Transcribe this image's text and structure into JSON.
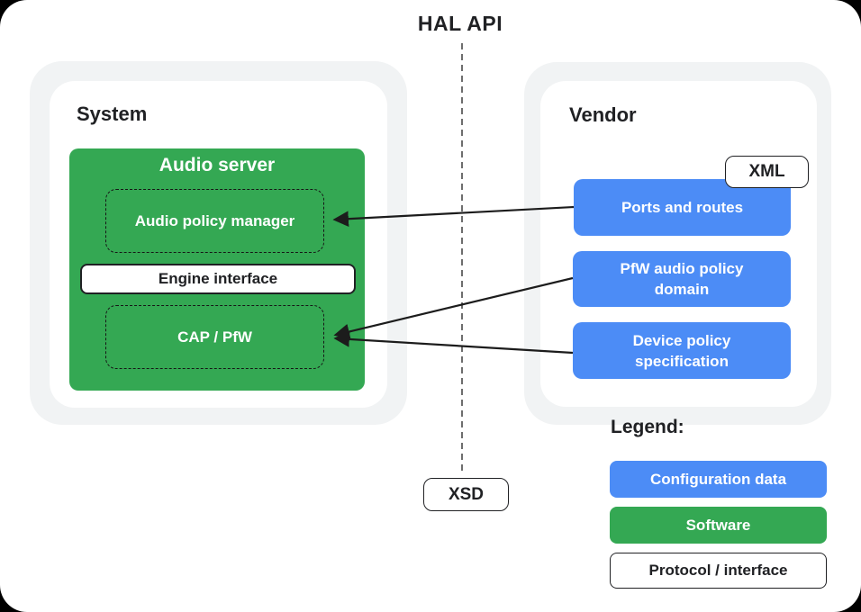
{
  "header": {
    "title": "HAL API"
  },
  "hal_divider": {
    "xsd_label": "XSD"
  },
  "system": {
    "label": "System",
    "audio_server": {
      "title": "Audio server",
      "audio_policy_manager_label": "Audio policy manager",
      "engine_interface_label": "Engine interface",
      "cap_pfw_label": "CAP / PfW"
    }
  },
  "vendor": {
    "label": "Vendor",
    "xml_badge": "XML",
    "config_boxes": [
      {
        "label": "Ports and routes"
      },
      {
        "label": "PfW audio policy domain"
      },
      {
        "label": "Device policy specification"
      }
    ]
  },
  "connections": [
    {
      "from": "Ports and routes",
      "to": "Audio policy manager"
    },
    {
      "from": "PfW audio policy domain",
      "to": "CAP / PfW"
    },
    {
      "from": "Device policy specification",
      "to": "CAP / PfW"
    }
  ],
  "legend": {
    "title": "Legend:",
    "items": [
      {
        "label": "Configuration data"
      },
      {
        "label": "Software"
      },
      {
        "label": "Protocol / interface"
      }
    ]
  },
  "colors": {
    "software_green": "#34a853",
    "configuration_blue": "#4c8cf6",
    "container_gray": "#f1f3f4",
    "text_dark": "#202124",
    "arrow_black": "#1c1c1c"
  }
}
